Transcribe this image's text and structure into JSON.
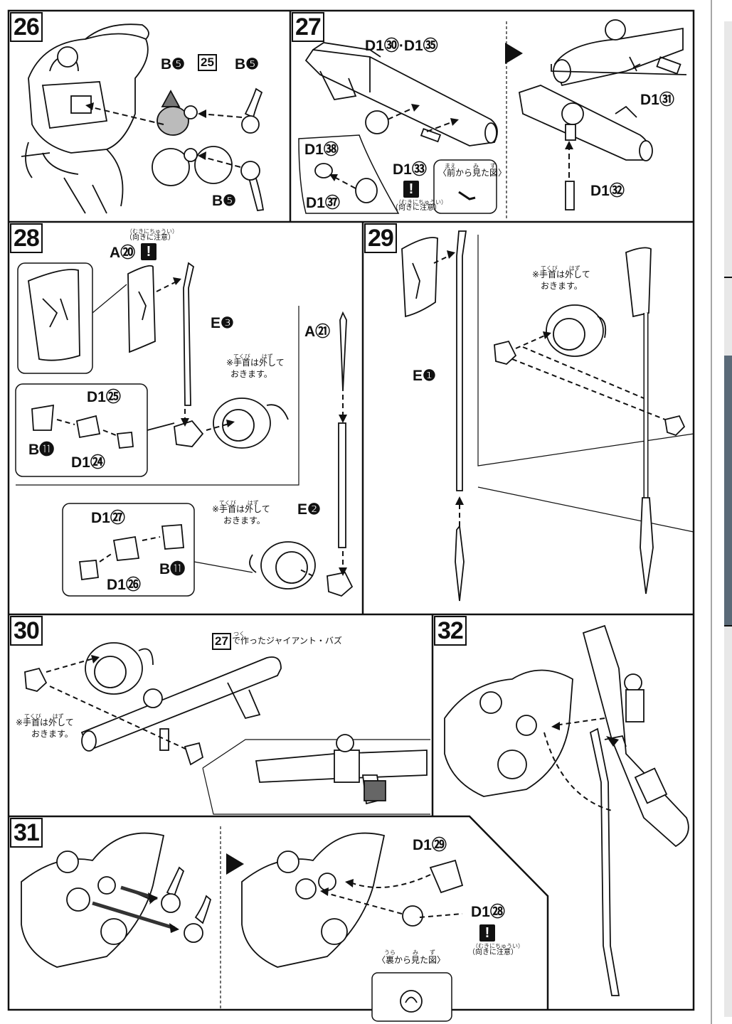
{
  "steps": {
    "s26": "26",
    "s27": "27",
    "s28": "28",
    "s29": "29",
    "s30": "30",
    "s31": "31",
    "s32": "32",
    "ref25": "25",
    "ref27": "27"
  },
  "parts": {
    "b5_a": "B❺",
    "b5_b": "B❺",
    "b5_c": "B❺",
    "d1_30_35": "D1㉚·D1㉟",
    "d1_31": "D1㉛",
    "d1_32": "D1㉜",
    "d1_33": "D1㉝",
    "d1_38": "D1㊳",
    "d1_37": "D1㊲",
    "a20": "A⑳",
    "e3": "E❸",
    "d1_25": "D1㉕",
    "b11_a": "B⓫",
    "d1_24": "D1㉔",
    "a21": "A㉑",
    "e2": "E❷",
    "d1_27": "D1㉗",
    "b11_b": "B⓫",
    "d1_26": "D1㉖",
    "e1": "E❶",
    "d1_29": "D1㉙",
    "d1_28": "D1㉘"
  },
  "notes": {
    "caution_ruby": "（むきにちゅうい）",
    "caution": "（向きに注意）",
    "warn_glyph": "!",
    "front_view_ruby": "まえ　　　み　　ず",
    "front_view": "〈前から見た図〉",
    "back_view_ruby": "うら　　　み　　ず",
    "back_view": "〈裏から見た図〉",
    "wrist_ruby": "てくび　　はず",
    "wrist_line1": "※手首は外して",
    "wrist_line2": "おきます。",
    "bazooka_ruby": "つく",
    "bazooka": "で作ったジャイアント・バズ"
  }
}
